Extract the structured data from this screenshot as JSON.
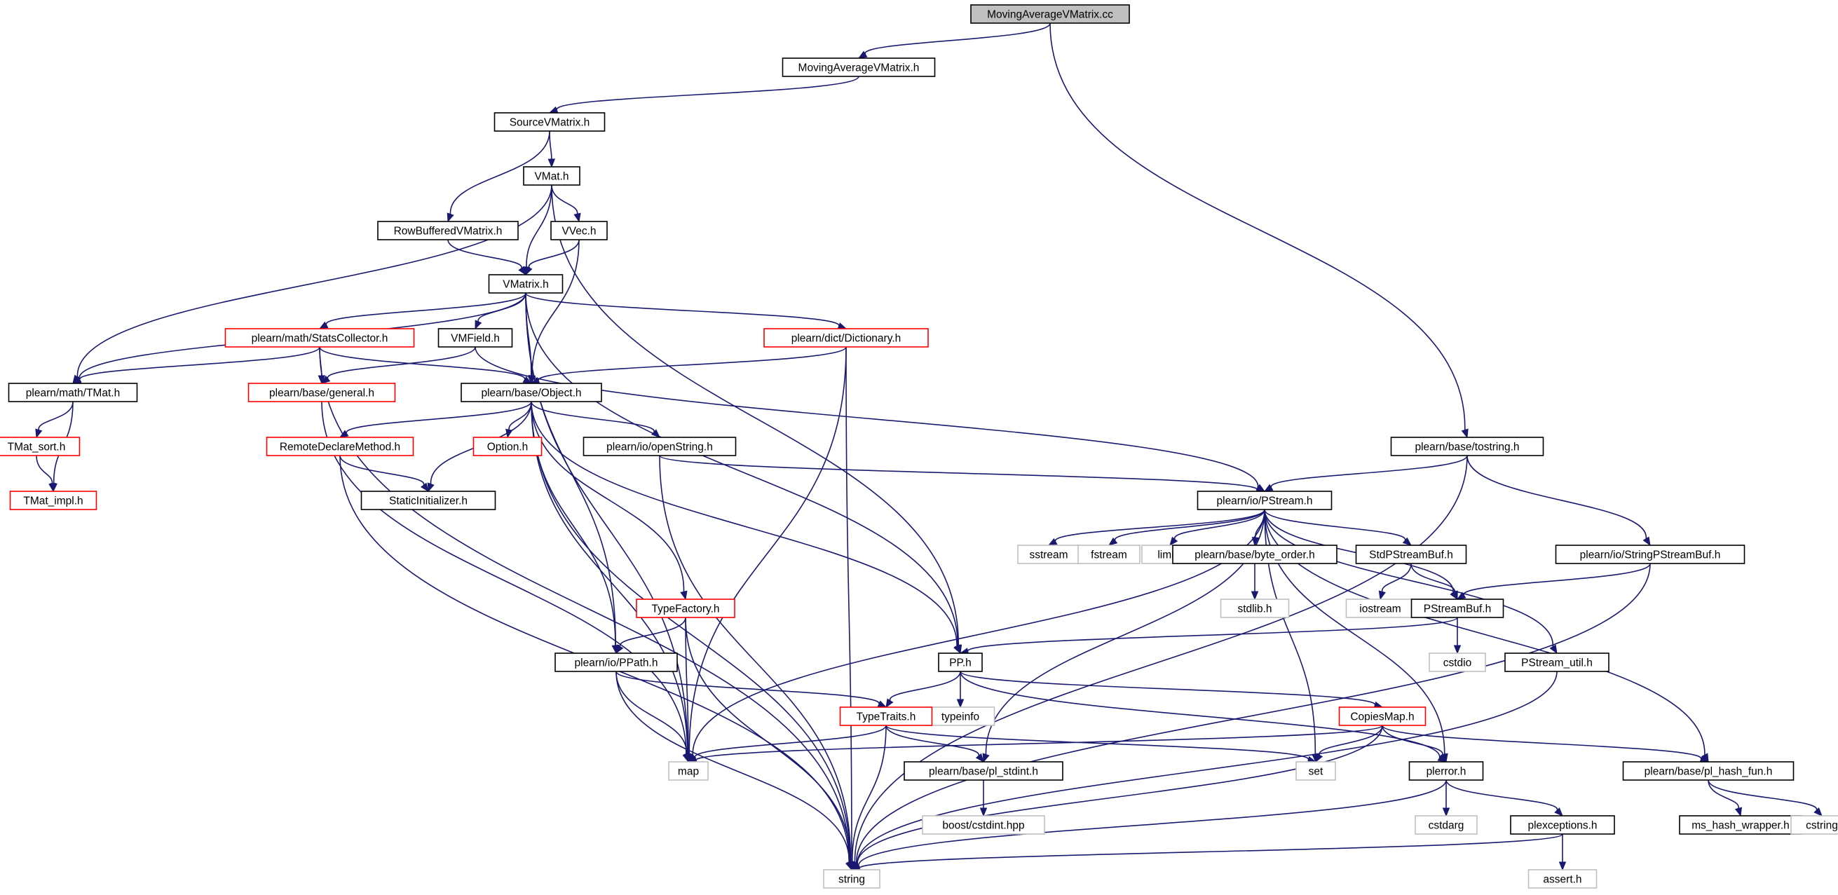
{
  "diagram": {
    "type": "include-dependency-graph",
    "colors": {
      "edge": "#191970",
      "root_fill": "#bfbfbf",
      "normal_border": "#000000",
      "truncated_border": "#ff0000",
      "external_border": "#bfbfbf"
    },
    "nodes": [
      {
        "id": "MovingAverageVMatrix_cc",
        "label": "MovingAverageVMatrix.cc",
        "kind": "root"
      },
      {
        "id": "MovingAverageVMatrix_h",
        "label": "MovingAverageVMatrix.h",
        "kind": "normal"
      },
      {
        "id": "SourceVMatrix_h",
        "label": "SourceVMatrix.h",
        "kind": "normal"
      },
      {
        "id": "VMat_h",
        "label": "VMat.h",
        "kind": "normal"
      },
      {
        "id": "RowBufferedVMatrix_h",
        "label": "RowBufferedVMatrix.h",
        "kind": "normal"
      },
      {
        "id": "VVec_h",
        "label": "VVec.h",
        "kind": "normal"
      },
      {
        "id": "VMatrix_h",
        "label": "VMatrix.h",
        "kind": "normal"
      },
      {
        "id": "StatsCollector_h",
        "label": "plearn/math/StatsCollector.h",
        "kind": "truncated"
      },
      {
        "id": "VMField_h",
        "label": "VMField.h",
        "kind": "normal"
      },
      {
        "id": "Dictionary_h",
        "label": "plearn/dict/Dictionary.h",
        "kind": "truncated"
      },
      {
        "id": "TMat_h",
        "label": "plearn/math/TMat.h",
        "kind": "normal"
      },
      {
        "id": "general_h",
        "label": "plearn/base/general.h",
        "kind": "truncated"
      },
      {
        "id": "Object_h",
        "label": "plearn/base/Object.h",
        "kind": "normal"
      },
      {
        "id": "TMat_sort_h",
        "label": "TMat_sort.h",
        "kind": "truncated"
      },
      {
        "id": "TMat_impl_h",
        "label": "TMat_impl.h",
        "kind": "truncated"
      },
      {
        "id": "RemoteDeclareMethod_h",
        "label": "RemoteDeclareMethod.h",
        "kind": "truncated"
      },
      {
        "id": "Option_h",
        "label": "Option.h",
        "kind": "truncated"
      },
      {
        "id": "openString_h",
        "label": "plearn/io/openString.h",
        "kind": "normal"
      },
      {
        "id": "StaticInitializer_h",
        "label": "StaticInitializer.h",
        "kind": "normal"
      },
      {
        "id": "tostring_h",
        "label": "plearn/base/tostring.h",
        "kind": "normal"
      },
      {
        "id": "PStream_h",
        "label": "plearn/io/PStream.h",
        "kind": "normal"
      },
      {
        "id": "sstream",
        "label": "sstream",
        "kind": "external"
      },
      {
        "id": "fstream",
        "label": "fstream",
        "kind": "external"
      },
      {
        "id": "limits",
        "label": "limits",
        "kind": "external"
      },
      {
        "id": "byte_order_h",
        "label": "plearn/base/byte_order.h",
        "kind": "normal"
      },
      {
        "id": "StdPStreamBuf_h",
        "label": "StdPStreamBuf.h",
        "kind": "normal"
      },
      {
        "id": "StringPStreamBuf_h",
        "label": "plearn/io/StringPStreamBuf.h",
        "kind": "normal"
      },
      {
        "id": "stdlib_h",
        "label": "stdlib.h",
        "kind": "external"
      },
      {
        "id": "iostream",
        "label": "iostream",
        "kind": "external"
      },
      {
        "id": "PStreamBuf_h",
        "label": "PStreamBuf.h",
        "kind": "normal"
      },
      {
        "id": "TypeFactory_h",
        "label": "TypeFactory.h",
        "kind": "truncated"
      },
      {
        "id": "cstdio",
        "label": "cstdio",
        "kind": "external"
      },
      {
        "id": "PPath_h",
        "label": "plearn/io/PPath.h",
        "kind": "normal"
      },
      {
        "id": "PP_h",
        "label": "PP.h",
        "kind": "normal"
      },
      {
        "id": "PStream_util_h",
        "label": "PStream_util.h",
        "kind": "normal"
      },
      {
        "id": "typeinfo",
        "label": "typeinfo",
        "kind": "external"
      },
      {
        "id": "TypeTraits_h",
        "label": "TypeTraits.h",
        "kind": "truncated"
      },
      {
        "id": "CopiesMap_h",
        "label": "CopiesMap.h",
        "kind": "truncated"
      },
      {
        "id": "map",
        "label": "map",
        "kind": "external"
      },
      {
        "id": "pl_stdint_h",
        "label": "plearn/base/pl_stdint.h",
        "kind": "normal"
      },
      {
        "id": "set",
        "label": "set",
        "kind": "external"
      },
      {
        "id": "plerror_h",
        "label": "plerror.h",
        "kind": "normal"
      },
      {
        "id": "pl_hash_fun_h",
        "label": "plearn/base/pl_hash_fun.h",
        "kind": "normal"
      },
      {
        "id": "boost_cstdint_hpp",
        "label": "boost/cstdint.hpp",
        "kind": "external"
      },
      {
        "id": "cstdarg",
        "label": "cstdarg",
        "kind": "external"
      },
      {
        "id": "plexceptions_h",
        "label": "plexceptions.h",
        "kind": "normal"
      },
      {
        "id": "ms_hash_wrapper_h",
        "label": "ms_hash_wrapper.h",
        "kind": "normal"
      },
      {
        "id": "cstring",
        "label": "cstring",
        "kind": "external"
      },
      {
        "id": "string",
        "label": "string",
        "kind": "external"
      },
      {
        "id": "assert_h",
        "label": "assert.h",
        "kind": "external"
      }
    ],
    "edges": [
      [
        "MovingAverageVMatrix_cc",
        "MovingAverageVMatrix_h"
      ],
      [
        "MovingAverageVMatrix_cc",
        "tostring_h"
      ],
      [
        "MovingAverageVMatrix_h",
        "SourceVMatrix_h"
      ],
      [
        "SourceVMatrix_h",
        "VMat_h"
      ],
      [
        "SourceVMatrix_h",
        "RowBufferedVMatrix_h"
      ],
      [
        "VMat_h",
        "VVec_h"
      ],
      [
        "VMat_h",
        "VMatrix_h"
      ],
      [
        "VMat_h",
        "TMat_h"
      ],
      [
        "VMat_h",
        "PP_h"
      ],
      [
        "RowBufferedVMatrix_h",
        "VMatrix_h"
      ],
      [
        "VVec_h",
        "VMatrix_h"
      ],
      [
        "VVec_h",
        "Object_h"
      ],
      [
        "VMatrix_h",
        "StatsCollector_h"
      ],
      [
        "VMatrix_h",
        "VMField_h"
      ],
      [
        "VMatrix_h",
        "Dictionary_h"
      ],
      [
        "VMatrix_h",
        "TMat_h"
      ],
      [
        "VMatrix_h",
        "Object_h"
      ],
      [
        "VMatrix_h",
        "map"
      ],
      [
        "VMatrix_h",
        "PPath_h"
      ],
      [
        "VMatrix_h",
        "PP_h"
      ],
      [
        "StatsCollector_h",
        "TMat_h"
      ],
      [
        "StatsCollector_h",
        "general_h"
      ],
      [
        "StatsCollector_h",
        "Object_h"
      ],
      [
        "StatsCollector_h",
        "string"
      ],
      [
        "VMField_h",
        "general_h"
      ],
      [
        "VMField_h",
        "PStream_h"
      ],
      [
        "Dictionary_h",
        "Object_h"
      ],
      [
        "Dictionary_h",
        "map"
      ],
      [
        "Dictionary_h",
        "string"
      ],
      [
        "TMat_h",
        "TMat_sort_h"
      ],
      [
        "TMat_h",
        "TMat_impl_h"
      ],
      [
        "TMat_sort_h",
        "TMat_impl_h"
      ],
      [
        "general_h",
        "map"
      ],
      [
        "Object_h",
        "RemoteDeclareMethod_h"
      ],
      [
        "Object_h",
        "Option_h"
      ],
      [
        "Object_h",
        "openString_h"
      ],
      [
        "Object_h",
        "StaticInitializer_h"
      ],
      [
        "Object_h",
        "TypeFactory_h"
      ],
      [
        "Object_h",
        "PPath_h"
      ],
      [
        "Object_h",
        "PP_h"
      ],
      [
        "Object_h",
        "map"
      ],
      [
        "Object_h",
        "string"
      ],
      [
        "RemoteDeclareMethod_h",
        "StaticInitializer_h"
      ],
      [
        "RemoteDeclareMethod_h",
        "string"
      ],
      [
        "openString_h",
        "PStream_h"
      ],
      [
        "openString_h",
        "string"
      ],
      [
        "tostring_h",
        "PStream_h"
      ],
      [
        "tostring_h",
        "StringPStreamBuf_h"
      ],
      [
        "tostring_h",
        "string"
      ],
      [
        "PStream_h",
        "map"
      ],
      [
        "PStream_h",
        "sstream"
      ],
      [
        "PStream_h",
        "fstream"
      ],
      [
        "PStream_h",
        "limits"
      ],
      [
        "PStream_h",
        "byte_order_h"
      ],
      [
        "PStream_h",
        "StdPStreamBuf_h"
      ],
      [
        "PStream_h",
        "PStreamBuf_h"
      ],
      [
        "PStream_h",
        "PStream_util_h"
      ],
      [
        "PStream_h",
        "pl_hash_fun_h"
      ],
      [
        "PStream_h",
        "pl_stdint_h"
      ],
      [
        "PStream_h",
        "set"
      ],
      [
        "PStream_h",
        "plerror_h"
      ],
      [
        "byte_order_h",
        "stdlib_h"
      ],
      [
        "StdPStreamBuf_h",
        "iostream"
      ],
      [
        "StdPStreamBuf_h",
        "PStreamBuf_h"
      ],
      [
        "StringPStreamBuf_h",
        "PStreamBuf_h"
      ],
      [
        "StringPStreamBuf_h",
        "string"
      ],
      [
        "PStreamBuf_h",
        "cstdio"
      ],
      [
        "PStreamBuf_h",
        "PP_h"
      ],
      [
        "TypeFactory_h",
        "PPath_h"
      ],
      [
        "TypeFactory_h",
        "map"
      ],
      [
        "TypeFactory_h",
        "string"
      ],
      [
        "PPath_h",
        "TypeTraits_h"
      ],
      [
        "PPath_h",
        "map"
      ],
      [
        "PPath_h",
        "string"
      ],
      [
        "PP_h",
        "typeinfo"
      ],
      [
        "PP_h",
        "TypeTraits_h"
      ],
      [
        "PP_h",
        "CopiesMap_h"
      ],
      [
        "PP_h",
        "plerror_h"
      ],
      [
        "PStream_util_h",
        "string"
      ],
      [
        "TypeTraits_h",
        "map"
      ],
      [
        "TypeTraits_h",
        "pl_stdint_h"
      ],
      [
        "TypeTraits_h",
        "set"
      ],
      [
        "TypeTraits_h",
        "string"
      ],
      [
        "CopiesMap_h",
        "map"
      ],
      [
        "CopiesMap_h",
        "set"
      ],
      [
        "CopiesMap_h",
        "plerror_h"
      ],
      [
        "CopiesMap_h",
        "pl_hash_fun_h"
      ],
      [
        "CopiesMap_h",
        "string"
      ],
      [
        "pl_stdint_h",
        "boost_cstdint_hpp"
      ],
      [
        "plerror_h",
        "cstdarg"
      ],
      [
        "plerror_h",
        "plexceptions_h"
      ],
      [
        "plerror_h",
        "string"
      ],
      [
        "pl_hash_fun_h",
        "ms_hash_wrapper_h"
      ],
      [
        "pl_hash_fun_h",
        "cstring"
      ],
      [
        "plexceptions_h",
        "assert_h"
      ],
      [
        "plexceptions_h",
        "string"
      ]
    ]
  }
}
